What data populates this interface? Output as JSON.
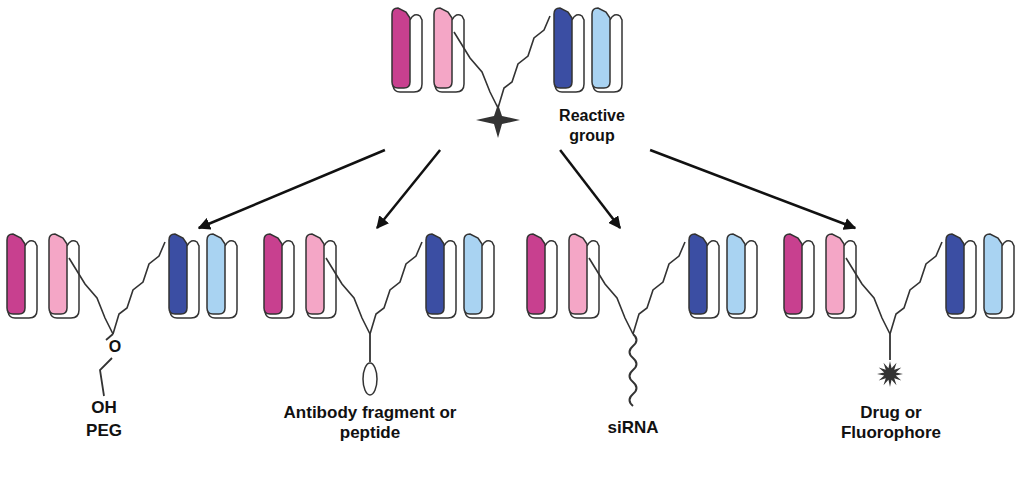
{
  "diagram": {
    "nodes": [
      {
        "text": [
          "Reactive group"
        ]
      },
      {
        "text": [
          "OH",
          "PEG"
        ]
      },
      {
        "text": [
          "Antibody fragment or peptide"
        ]
      },
      {
        "text": [
          "siRNA"
        ]
      },
      {
        "text": [
          "Drug or Fluorophore"
        ]
      }
    ],
    "edges": [
      {
        "from": 0,
        "to": 1,
        "arrow": "to"
      },
      {
        "from": 0,
        "to": 2,
        "arrow": "to"
      },
      {
        "from": 0,
        "to": 3,
        "arrow": "to"
      },
      {
        "from": 0,
        "to": 4,
        "arrow": "to"
      }
    ],
    "labels": [
      "O"
    ]
  }
}
